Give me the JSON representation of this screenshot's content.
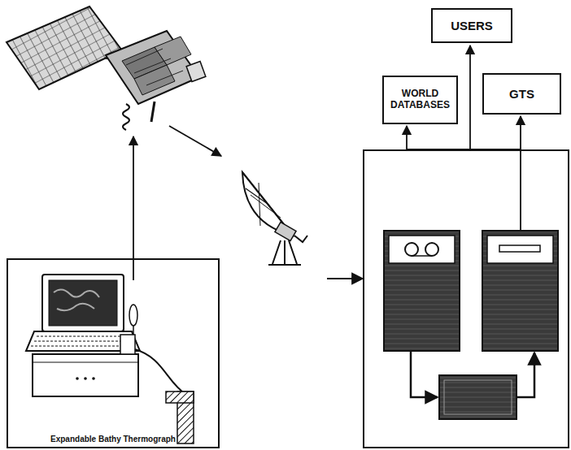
{
  "diagram": {
    "nodes": [
      {
        "text": [
          "WORLD DATABASES"
        ]
      },
      {
        "text": [
          "USERS"
        ]
      },
      {
        "text": [
          "GTS"
        ]
      },
      {
        "text": [
          "Expandable Bathy Thermograph"
        ]
      }
    ]
  }
}
